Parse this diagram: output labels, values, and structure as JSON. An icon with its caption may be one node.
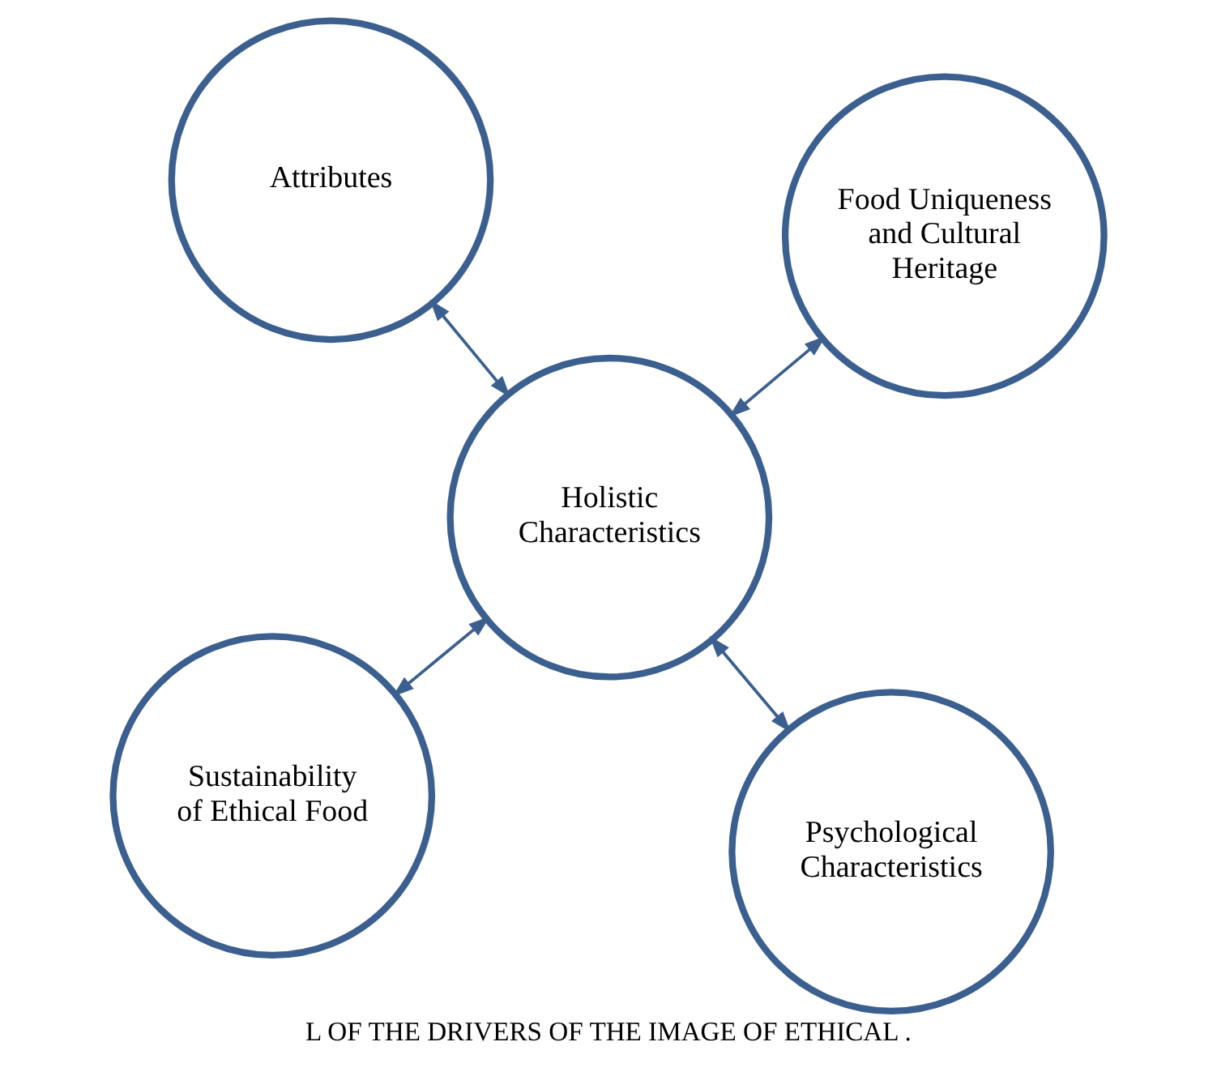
{
  "diagram": {
    "caption": "L OF THE DRIVERS OF THE IMAGE OF ETHICAL .",
    "nodes": [
      {
        "text": [
          "Sustainability of Ethical Food"
        ]
      },
      {
        "text": [
          "Psychological Characteristics"
        ]
      },
      {
        "text": [
          "Holistic Characteristics"
        ]
      },
      {
        "text": [
          "Attributes"
        ]
      },
      {
        "text": [
          "Food Uniqueness and Cultural Heritage"
        ]
      }
    ],
    "edges": [
      {
        "from": 0,
        "to": 2,
        "arrow": "both"
      },
      {
        "from": 1,
        "to": 2,
        "arrow": "both"
      },
      {
        "from": 2,
        "to": 3,
        "arrow": "both"
      },
      {
        "from": 2,
        "to": 4,
        "arrow": "both"
      }
    ]
  }
}
